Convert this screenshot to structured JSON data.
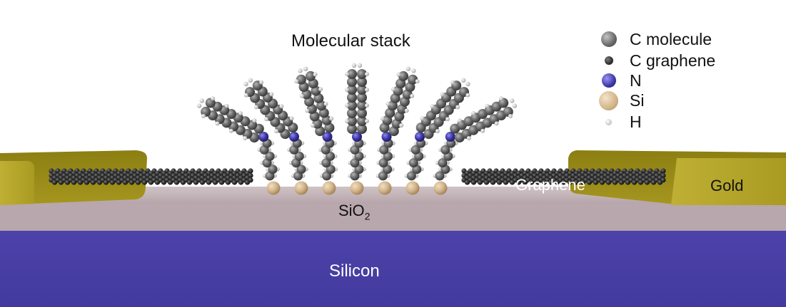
{
  "title": "Molecular stack",
  "labels": {
    "sio2_main": "SiO",
    "sio2_sub": "2",
    "graphene": "Graphene",
    "gold": "Gold",
    "silicon": "Silicon"
  },
  "legend": [
    {
      "label": "C molecule",
      "color": "#6e6e6e",
      "icon": "large-gray-sphere"
    },
    {
      "label": "C graphene",
      "color": "#2f2f2f",
      "icon": "small-dark-sphere"
    },
    {
      "label": "N",
      "color": "#3b36a8",
      "icon": "blue-sphere"
    },
    {
      "label": "Si",
      "color": "#d2b48a",
      "icon": "tan-sphere"
    },
    {
      "label": "H",
      "color": "#c8c8c8",
      "icon": "tiny-light-sphere"
    }
  ],
  "colors": {
    "silicon": "#4a40a6",
    "sio2": "#b9a9ae",
    "gold": "#b0a12a",
    "graphene": "#333333"
  }
}
